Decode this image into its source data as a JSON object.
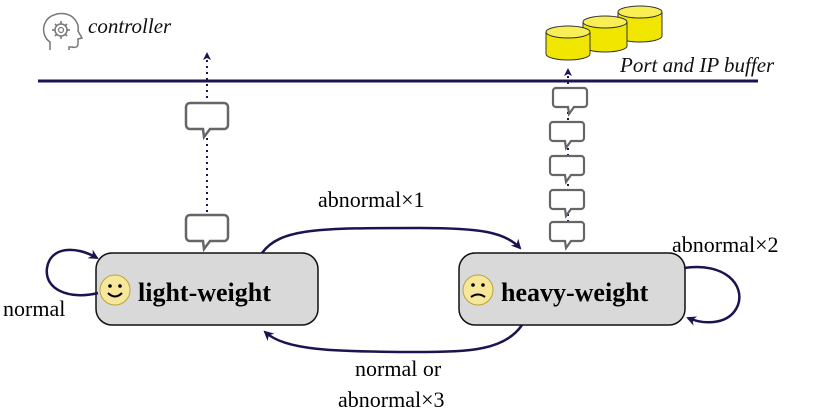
{
  "controller": {
    "label": "controller",
    "icon": "head-gear-icon"
  },
  "buffer": {
    "label": "Port and IP buffer",
    "icon": "database-cylinders-icon",
    "color": "#f0e600"
  },
  "states": {
    "light": {
      "label": "light-weight",
      "face": "smiley-face-icon"
    },
    "heavy": {
      "label": "heavy-weight",
      "face": "frowning-face-icon"
    }
  },
  "transitions": {
    "self_light": "normal",
    "light_to_heavy": "abnormal×1",
    "self_heavy": "abnormal×2",
    "heavy_to_light_line1": "normal or",
    "heavy_to_light_line2": "abnormal×3"
  },
  "colors": {
    "bus_line": "#1a1450",
    "arrow": "#1a1450",
    "state_fill": "#d9d9d9",
    "face_fill": "#f7e79a"
  }
}
